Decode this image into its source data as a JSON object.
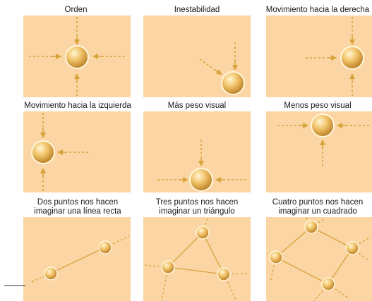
{
  "colors": {
    "panel_bg": "#fbd5a3",
    "arrow": "#d8a23a",
    "ball_light": "#fff4cc",
    "ball_dark": "#c98a2c"
  },
  "panels": [
    {
      "id": "orden",
      "caption": [
        "Orden"
      ]
    },
    {
      "id": "inestabilidad",
      "caption": [
        "Inestabilidad"
      ]
    },
    {
      "id": "mov-derecha",
      "caption": [
        "Movimiento hacia la derecha"
      ]
    },
    {
      "id": "mov-izquierda",
      "caption": [
        "Movimiento hacia la izquierda"
      ]
    },
    {
      "id": "mas-peso",
      "caption": [
        "Más peso visual"
      ]
    },
    {
      "id": "menos-peso",
      "caption": [
        "Menos peso visual"
      ]
    },
    {
      "id": "dos-puntos",
      "caption": [
        "Dos puntos nos hacen",
        "imaginar una línea recta"
      ]
    },
    {
      "id": "tres-puntos",
      "caption": [
        "Tres puntos nos hacen",
        "imaginar un triángulo"
      ]
    },
    {
      "id": "cuatro-puntos",
      "caption": [
        "Cuatro puntos nos hacen",
        "imaginar un cuadrado"
      ]
    }
  ]
}
